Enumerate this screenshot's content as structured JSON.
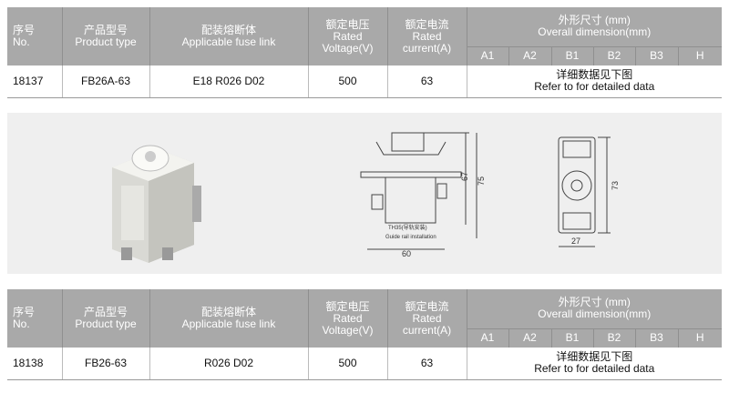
{
  "header": {
    "no_cn": "序号",
    "no_en": "No.",
    "type_cn": "产品型号",
    "type_en": "Product type",
    "fuse_cn": "配装熔断体",
    "fuse_en": "Applicable fuse link",
    "voltage_cn": "额定电压",
    "voltage_en1": "Rated",
    "voltage_en2": "Voltage(V)",
    "current_cn": "额定电流",
    "current_en1": "Rated",
    "current_en2": "current(A)",
    "dim_cn": "外形尺寸 (mm)",
    "dim_en": "Overall dimension(mm)",
    "dim_cols": [
      "A1",
      "A2",
      "B1",
      "B2",
      "B3",
      "H"
    ]
  },
  "products": [
    {
      "no": "18137",
      "type": "FB26A-63",
      "fuse": "E18 R026 D02",
      "voltage": "500",
      "current": "63",
      "note_cn": "详细数据见下图",
      "note_en": "Refer to for detailed data"
    },
    {
      "no": "18138",
      "type": "FB26-63",
      "fuse": "R026 D02",
      "voltage": "500",
      "current": "63",
      "note_cn": "详细数据见下图",
      "note_en": "Refer to for detailed data"
    }
  ],
  "drawing": {
    "dims": [
      "67",
      "75",
      "60",
      "73",
      "27"
    ],
    "rail_label_cn": "TH35(导轨安装)",
    "rail_label_en": "Guide rail installation"
  }
}
